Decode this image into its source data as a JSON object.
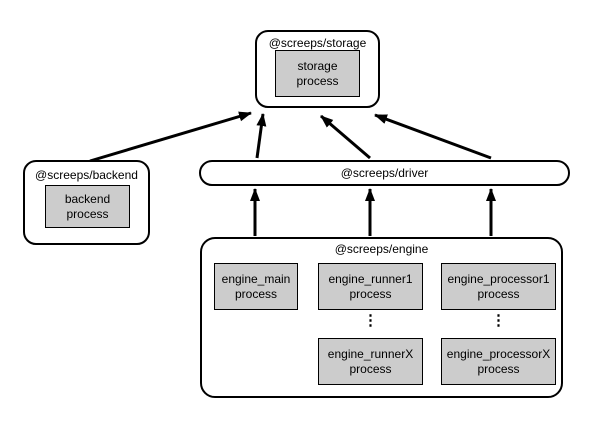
{
  "storage": {
    "label": "@screeps/storage",
    "process": "storage\nprocess"
  },
  "backend": {
    "label": "@screeps/backend",
    "process": "backend\nprocess"
  },
  "driver": {
    "label": "@screeps/driver"
  },
  "engine": {
    "label": "@screeps/engine",
    "main_process": "engine_main\nprocess",
    "runner1_process": "engine_runner1\nprocess",
    "runnerX_process": "engine_runnerX\nprocess",
    "processor1_process": "engine_processor1\nprocess",
    "processorX_process": "engine_processorX\nprocess",
    "ellipsis": "⋮"
  },
  "colors": {
    "background": "#ffffff",
    "package_fill": "#ffffff",
    "process_fill": "#cccccc",
    "line": "#000000"
  }
}
